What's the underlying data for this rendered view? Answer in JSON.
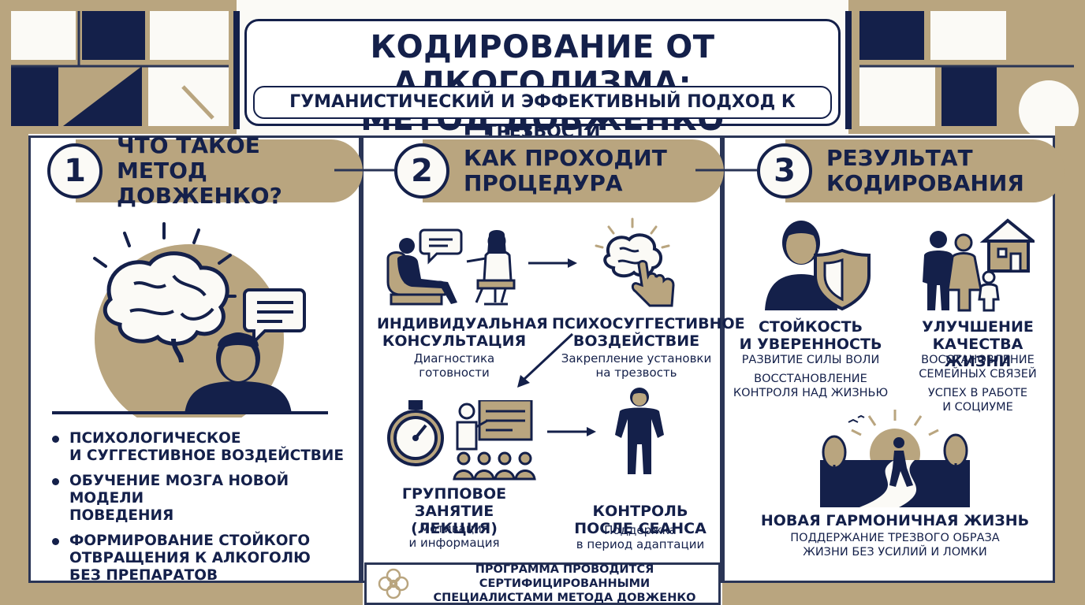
{
  "title": {
    "line1": "КОДИРОВАНИЕ ОТ АЛКОГОЛИЗМА:",
    "line2": "МЕТОД ДОВЖЕНКО",
    "subtitle": "ГУМАНИСТИЧЕСКИЙ И ЭФФЕКТИВНЫЙ ПОДХОД К ТРЕЗВОСТИ"
  },
  "colors": {
    "navy": "#14204a",
    "gold": "#b9a57f",
    "cream": "#fbfaf6"
  },
  "section1": {
    "number": "1",
    "heading_line1": "ЧТО ТАКОЕ",
    "heading_line2": "МЕТОД ДОВЖЕНКО?",
    "bullets": [
      {
        "line1": "ПСИХОЛОГИЧЕСКОЕ",
        "line2": "И СУГГЕСТИВНОЕ ВОЗДЕЙСТВИЕ",
        "line3": ""
      },
      {
        "line1": "ОБУЧЕНИЕ МОЗГА НОВОЙ МОДЕЛИ",
        "line2": "ПОВЕДЕНИЯ",
        "line3": ""
      },
      {
        "line1": "ФОРМИРОВАНИЕ СТОЙКОГО",
        "line2": "ОТВРАЩЕНИЯ К АЛКОГОЛЮ",
        "line3": "БЕЗ ПРЕПАРАТОВ"
      }
    ]
  },
  "section2": {
    "number": "2",
    "heading_line1": "КАК ПРОХОДИТ",
    "heading_line2": "ПРОЦЕДУРА",
    "steps": [
      {
        "title1": "ИНДИВИДУАЛЬНАЯ",
        "title2": "КОНСУЛЬТАЦИЯ",
        "desc1": "Диагностика",
        "desc2": "готовности"
      },
      {
        "title1": "ПСИХОСУГГЕСТИВНОЕ",
        "title2": "ВОЗДЕЙСТВИЕ",
        "desc1": "Закрепление установки",
        "desc2": "на трезвость"
      },
      {
        "title1": "ГРУППОВОЕ ЗАНЯТИЕ",
        "title2": "(ЛЕКЦИЯ)",
        "desc1": "Мотивация",
        "desc2": "и информация"
      },
      {
        "title1": "КОНТРОЛЬ",
        "title2": "ПОСЛЕ СЕАНСА",
        "desc1": "Поддержка",
        "desc2": "в период адаптации"
      }
    ]
  },
  "section3": {
    "number": "3",
    "heading_line1": "РЕЗУЛЬТАТ",
    "heading_line2": "КОДИРОВАНИЯ",
    "results": [
      {
        "title1": "СТОЙКОСТЬ",
        "title2": "И УВЕРЕННОСТЬ",
        "desc1": "РАЗВИТИЕ СИЛЫ ВОЛИ",
        "desc2": "ВОССТАНОВЛЕНИЕ",
        "desc3": "КОНТРОЛЯ НАД ЖИЗНЬЮ",
        "desc4": ""
      },
      {
        "title1": "УЛУЧШЕНИЕ",
        "title2": "КАЧЕСТВА ЖИЗНИ",
        "desc1": "ВОССТАНОВЛЕНИЕ",
        "desc2": "СЕМЕЙНЫХ СВЯЗЕЙ",
        "desc3": "УСПЕХ В РАБОТЕ",
        "desc4": "И СОЦИУМЕ"
      },
      {
        "title1": "НОВАЯ ГАРМОНИЧНАЯ ЖИЗНЬ",
        "title2": "",
        "desc1": "ПОДДЕРЖАНИЕ ТРЕЗВОГО ОБРАЗА",
        "desc2": "ЖИЗНИ БЕЗ УСИЛИЙ И ЛОМКИ",
        "desc3": "",
        "desc4": ""
      }
    ]
  },
  "footer": {
    "line1": "ПРОГРАММА ПРОВОДИТСЯ СЕРТИФИЦИРОВАННЫМИ",
    "line2": "СПЕЦИАЛИСТАМИ МЕТОДА ДОВЖЕНКО"
  }
}
